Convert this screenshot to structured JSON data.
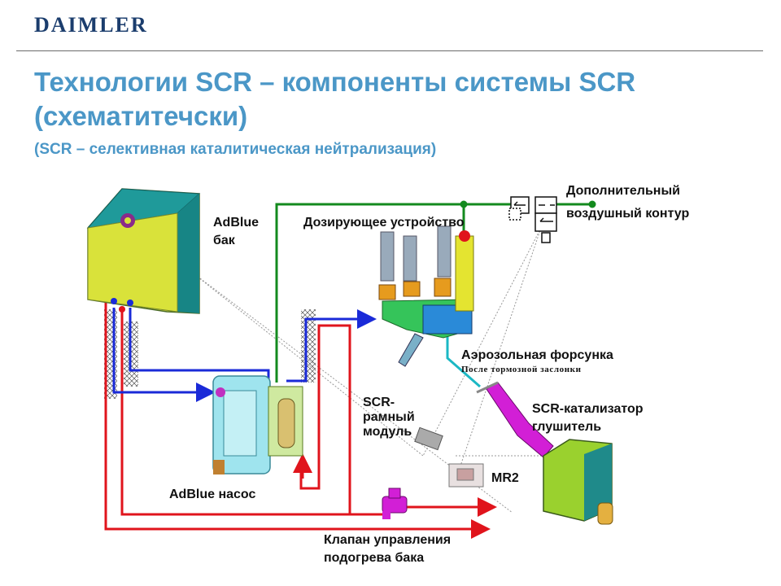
{
  "header": {
    "logo": "DAIMLER",
    "title": "Технологии SCR – компоненты системы SCR (схематитечски)",
    "subtitle": "(SCR – селективная каталитическая  нейтрализация)"
  },
  "labels": {
    "adblue_tank_line1": "AdBlue",
    "adblue_tank_line2": "бак",
    "dosing_unit": "Дозирующее устройство",
    "air_circuit_line1": "Дополнительный",
    "air_circuit_line2": "воздушный контур",
    "nozzle": "Аэрозольная форсунка",
    "nozzle_note": "После тормозной заслонки",
    "catalyst_line1": "SCR-катализатор",
    "catalyst_line2": "глушитель",
    "frame_module_line1": "SCR-",
    "frame_module_line2": "рамный",
    "frame_module_line3": "модуль",
    "mr2": "MR2",
    "pump": "AdBlue насос",
    "valve_line1": "Клапан управления",
    "valve_line2": "подогрева бака"
  },
  "colors": {
    "title": "#4b97c7",
    "logo": "#1b3d6d",
    "air_line": "#138a1e",
    "heat_line": "#e0141c",
    "adblue_line": "#1a2ad8",
    "tank": "#d9e23a",
    "tank_side": "#1f9a9a",
    "catalyst": "#9ad12e",
    "exhaust_pipe": "#d21fd6",
    "pump_body": "#9fe4ee"
  }
}
